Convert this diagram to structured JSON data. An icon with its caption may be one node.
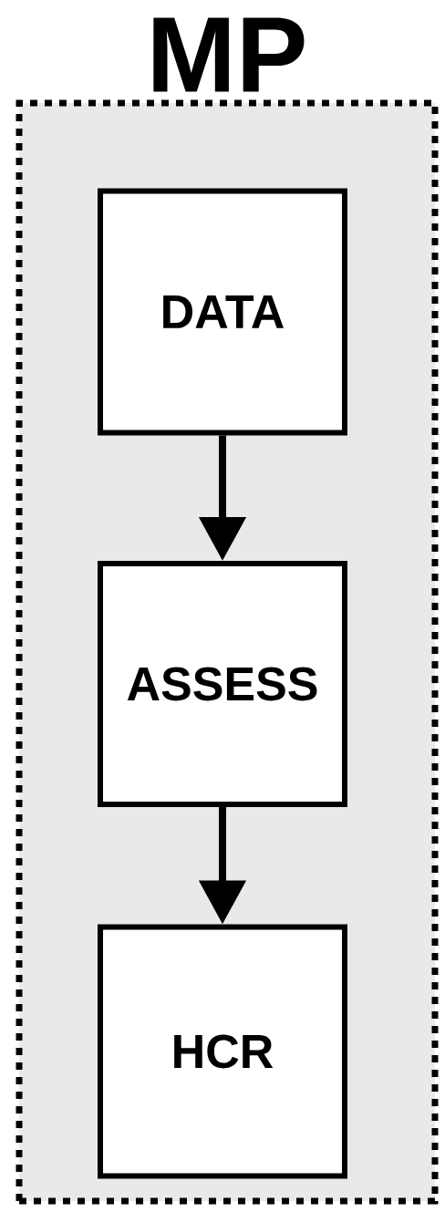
{
  "diagram": {
    "nodes": [
      {
        "text": [
          "MP"
        ]
      },
      {
        "text": [
          "DATA"
        ],
        "in": 0
      },
      {
        "text": [
          "ASSESS"
        ],
        "in": 0
      },
      {
        "text": [
          "HCR"
        ],
        "in": 0
      }
    ],
    "edges": [
      {
        "from": 1,
        "to": 2,
        "arrow": "to"
      },
      {
        "from": 2,
        "to": 3,
        "arrow": "to"
      }
    ]
  }
}
